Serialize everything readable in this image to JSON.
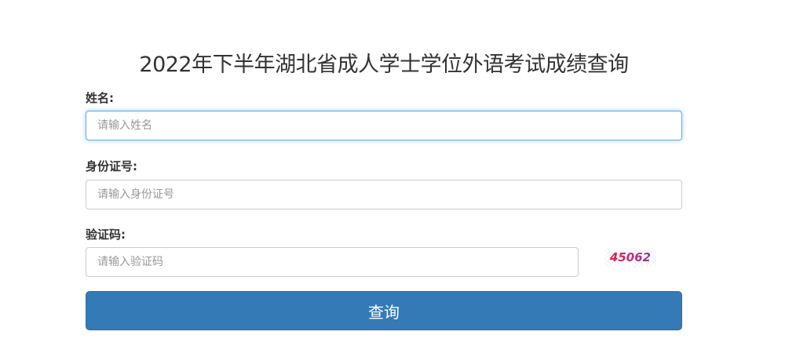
{
  "page": {
    "title": "2022年下半年湖北省成人学士学位外语考试成绩查询"
  },
  "form": {
    "name": {
      "label": "姓名:",
      "value": "",
      "placeholder": "请输入姓名"
    },
    "id_number": {
      "label": "身份证号:",
      "value": "",
      "placeholder": "请输入身份证号"
    },
    "captcha": {
      "label": "验证码:",
      "value": "",
      "placeholder": "请输入验证码",
      "image_text": "45062"
    },
    "submit_label": "查询"
  },
  "colors": {
    "primary_button": "#337ab7",
    "focus_border": "#66afe9"
  }
}
